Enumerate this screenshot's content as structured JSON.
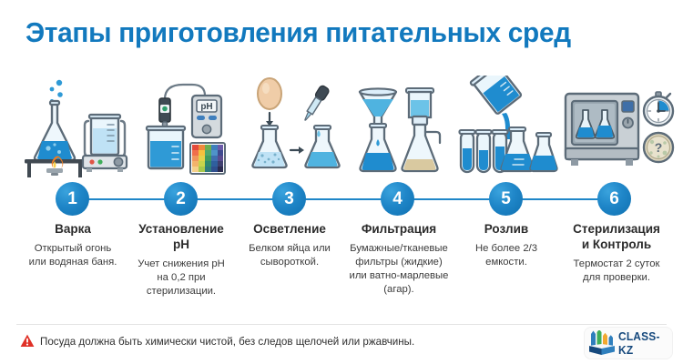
{
  "header": {
    "title": "Этапы приготовления питательных сред",
    "title_color": "#1279be"
  },
  "theme": {
    "accent": "#1f86c8",
    "accent_light": "#3aa3dd",
    "accent_dark": "#0f70b0",
    "liquid_blue": "#1f8ccf",
    "liquid_light": "#7fc6e8",
    "glass_stroke": "#5c6b78",
    "text_dark": "#2b2b2b",
    "warn_red": "#e03127",
    "background": "#ffffff"
  },
  "timeline": {
    "steps": [
      {
        "number": "1",
        "heading": "Варка",
        "description": "Открытый огонь\nили водяная баня.",
        "illustration": "flask-over-burner-and-beaker-on-hotplate"
      },
      {
        "number": "2",
        "heading": "Установление\npH",
        "description": "Учет снижения pH\nна 0,2 при\nстерилизации.",
        "illustration": "ph-meter-probe-beaker-and-ph-strip-chart"
      },
      {
        "number": "3",
        "heading": "Осветление",
        "description": "Белком яйца или\nсывороткой.",
        "illustration": "egg-into-cloudy-flask-arrow-clear-flask-dropper"
      },
      {
        "number": "4",
        "heading": "Фильтрация",
        "description": "Бумажные/тканевые\nфильтры (жидкие)\nили ватно-марлевые\n(агар).",
        "illustration": "funnel-filtration-and-vacuum-filter-apparatus"
      },
      {
        "number": "5",
        "heading": "Розлив",
        "description": "Не более 2/3\nемкости.",
        "illustration": "beaker-pouring-into-test-tubes-and-flasks"
      },
      {
        "number": "6",
        "heading": "Стерилизация\nи Контроль",
        "description": "Термостат 2 суток\nдля проверки.",
        "illustration": "autoclave-with-flasks-stopwatch-and-petri-dish"
      }
    ]
  },
  "illustration_labels": {
    "ph_device": "pH",
    "petri_dish_mark": "?"
  },
  "footer": {
    "warning_icon": "warning-triangle-icon",
    "note": "Посуда должна быть химически чистой, без следов щелочей или ржавчины.",
    "brand_name": "CLASS-KZ",
    "brand_mark": "open-book-with-pencils-logo"
  }
}
